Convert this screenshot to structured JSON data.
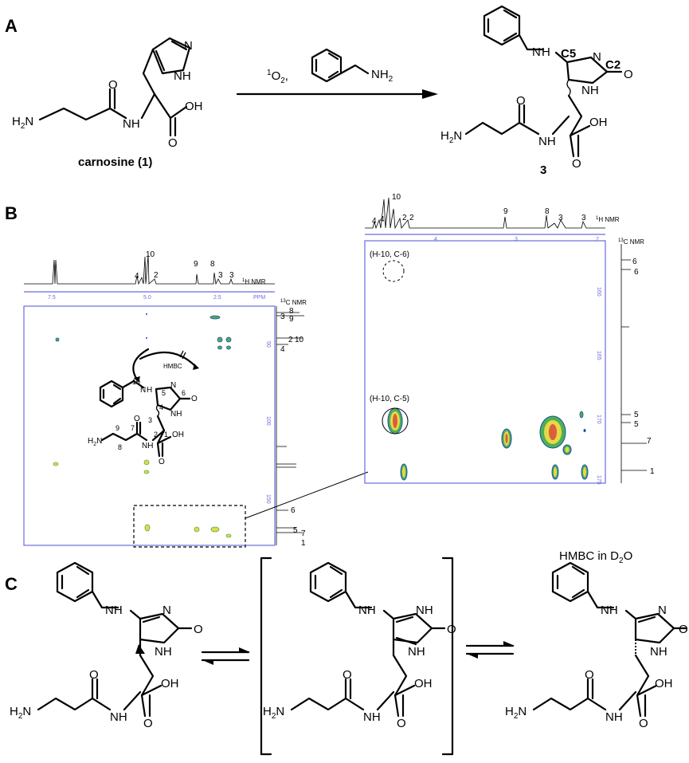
{
  "panels": {
    "a": "A",
    "b": "B",
    "c": "C"
  },
  "panel_a": {
    "reactant_name": "carnosine (1)",
    "product_number": "3",
    "reagent_oxygen_sup": "1",
    "reagent_oxygen": "O",
    "reagent_oxygen_sub": "2",
    "reagent_comma": ",",
    "reagent_nh2": "NH",
    "reagent_nh2_sub": "2",
    "label_c5": "C5",
    "label_c2": "C2"
  },
  "atoms": {
    "N": "N",
    "NH": "NH",
    "H": "H",
    "O": "O",
    "OH": "OH",
    "H2N": "H",
    "two": "2",
    "N_end": "N"
  },
  "panel_b": {
    "h1_label_left": "H NMR",
    "h1_label_right": "H NMR",
    "c13_label": "C NMR",
    "sup1": "1",
    "sup13": "13",
    "ppm": "PPM",
    "left_x_ticks": [
      "7.5",
      "5.0",
      "2.5"
    ],
    "left_y_ticks": [
      "50",
      "100",
      "150"
    ],
    "right_x_ticks": [
      "4",
      "3",
      "2"
    ],
    "right_y_ticks": [
      "160",
      "165",
      "170",
      "175"
    ],
    "left_h_peaks": [
      "10",
      "4",
      "2",
      "9",
      "8",
      "3",
      "3"
    ],
    "left_c_peaks": [
      "8",
      "3",
      "9",
      "2",
      "10",
      "4",
      "6",
      "5",
      "7",
      "1"
    ],
    "right_h_peaks": [
      "10",
      "4",
      "4",
      "2",
      "2",
      "9",
      "8",
      "3",
      "3"
    ],
    "right_c_peaks": [
      "6",
      "6",
      "5",
      "5",
      "7",
      "1"
    ],
    "corr_c6": "(H-10, C-6)",
    "corr_c5": "(H-10, C-5)",
    "hmbc_label": "HMBC",
    "caption": "HMBC in D",
    "caption_sub": "2",
    "caption_end": "O",
    "inset_numbers": [
      "10",
      "5",
      "4",
      "6",
      "3",
      "2",
      "1",
      "9",
      "8",
      "7"
    ]
  },
  "colors": {
    "axis": "#6b6be0",
    "contour_outer": "#1a4bb5",
    "contour_mid": "#4fb04f",
    "contour_inner": "#e6d84a",
    "contour_core": "#d9603a"
  }
}
